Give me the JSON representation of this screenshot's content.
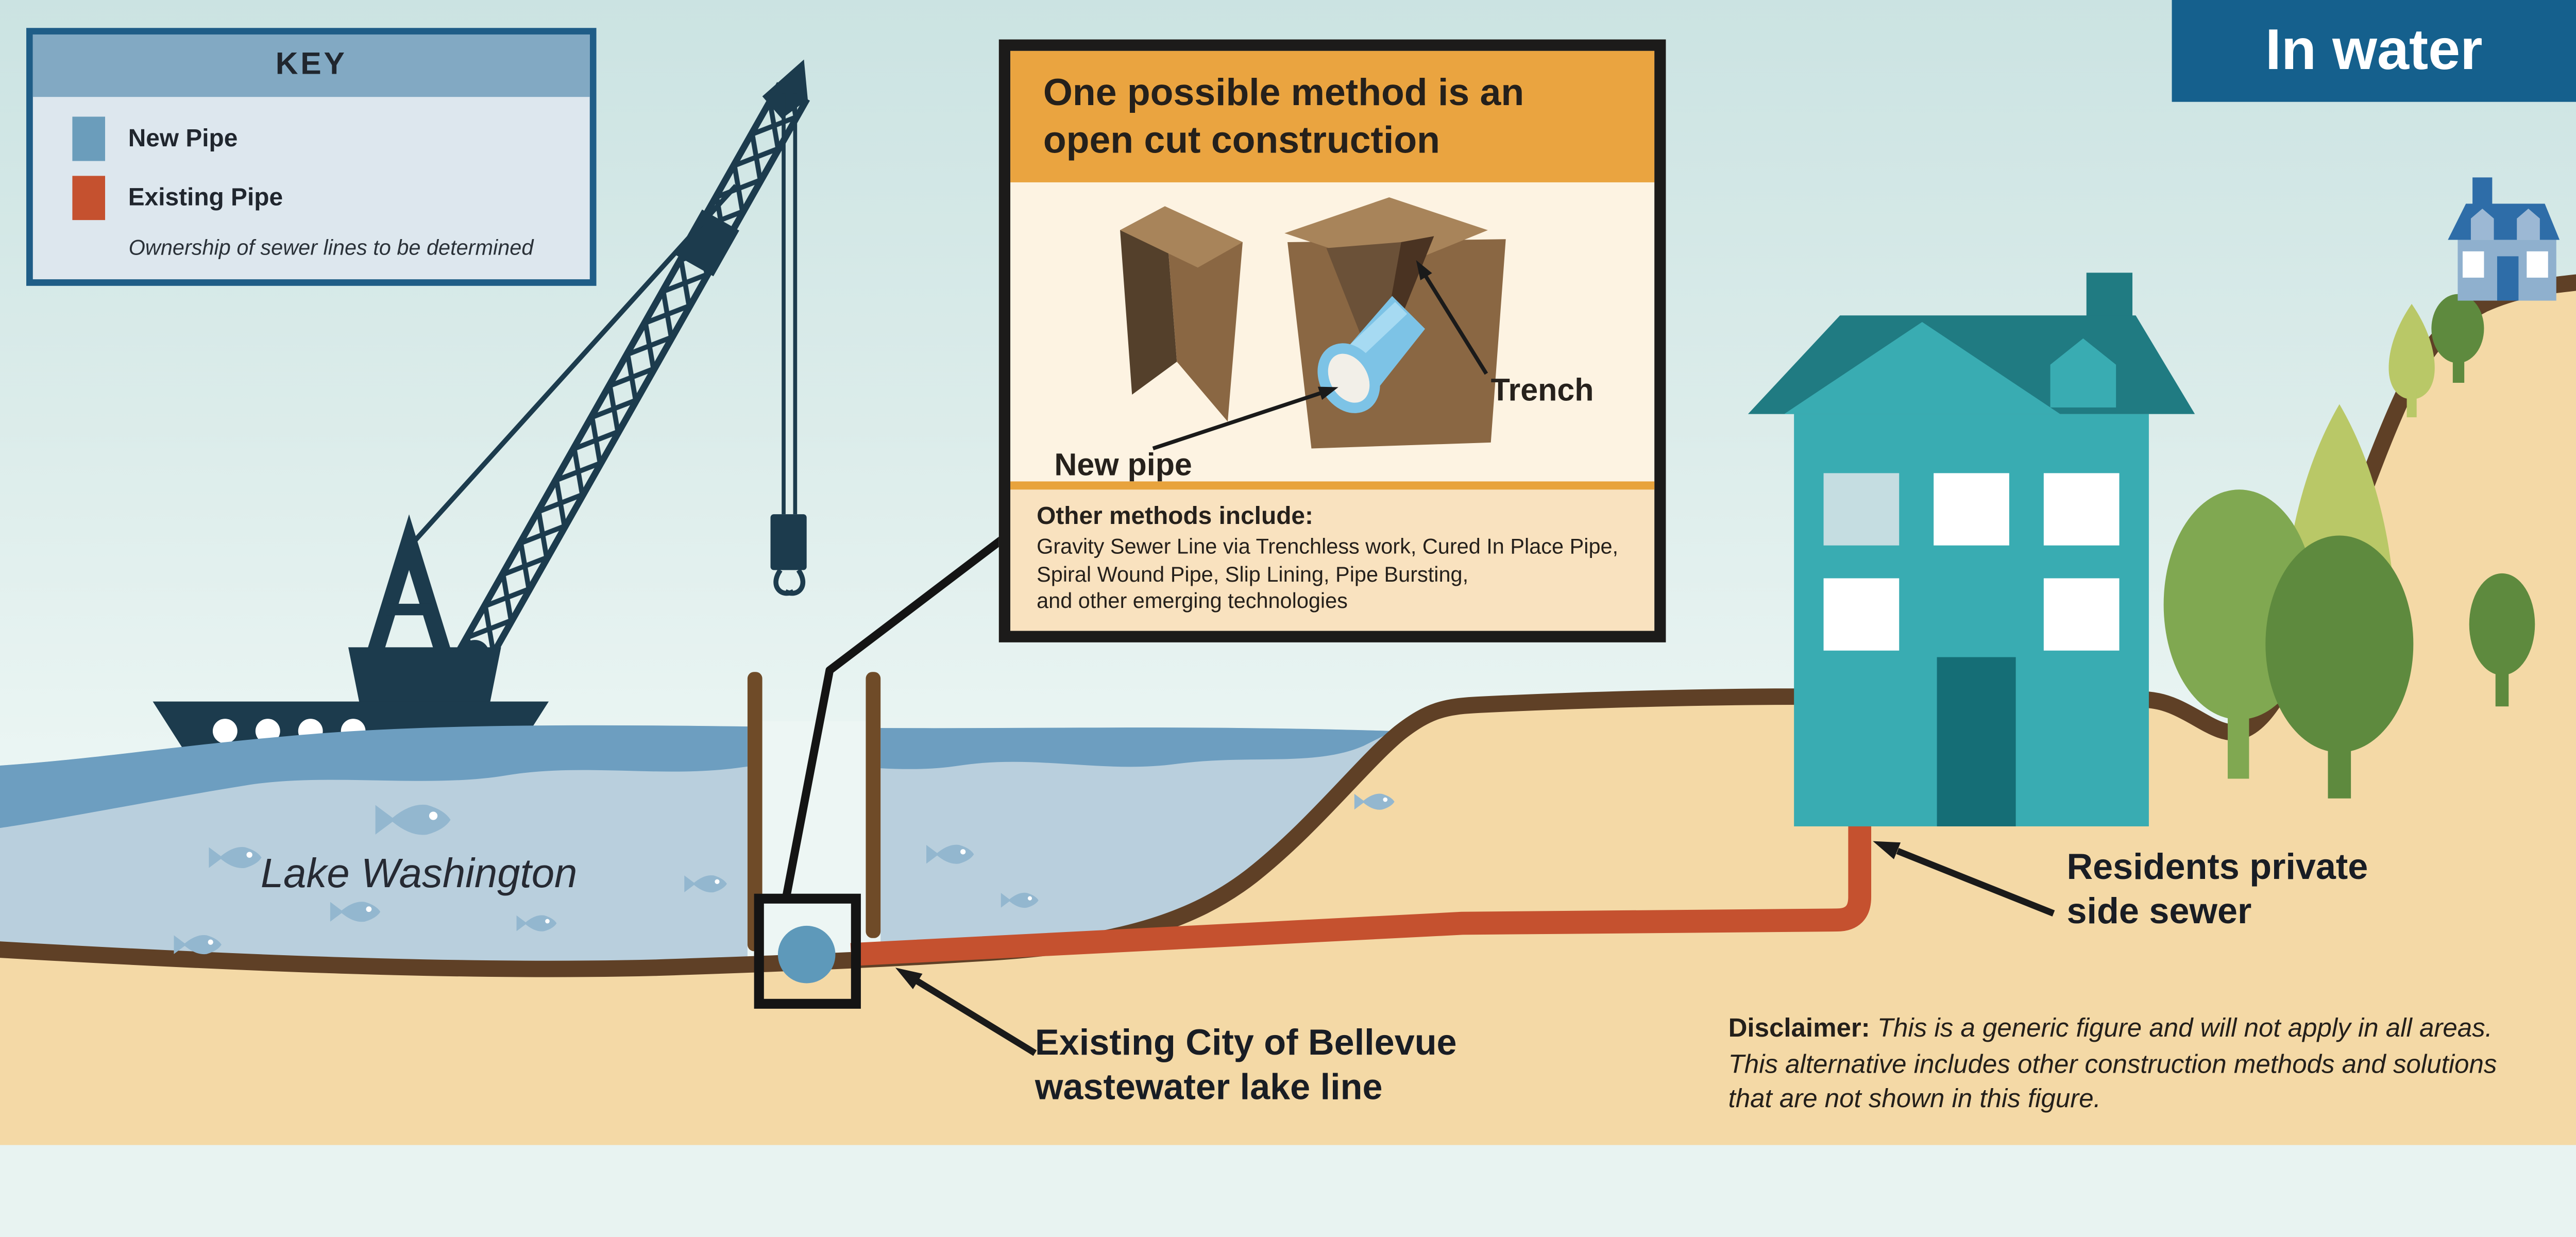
{
  "banner": {
    "title": "In water"
  },
  "key": {
    "title": "KEY",
    "items": [
      {
        "label": "New Pipe",
        "color": "#6b9dbb"
      },
      {
        "label": "Existing Pipe",
        "color": "#c5512f"
      }
    ],
    "note": "Ownership of sewer lines to be determined"
  },
  "inset": {
    "title_line1": "One possible method is an",
    "title_line2": "open cut construction",
    "trench_label": "Trench",
    "new_pipe_label": "New pipe",
    "other_methods": {
      "heading": "Other methods include:",
      "line1": "Gravity Sewer Line via Trenchless work, Cured In Place Pipe,",
      "line2": "Spiral Wound Pipe, Slip Lining, Pipe Bursting,",
      "line3": "and other emerging technologies"
    }
  },
  "scene_labels": {
    "lake": "Lake Washington",
    "existing_line1": "Existing City of Bellevue",
    "existing_line2": "wastewater lake line",
    "side_sewer_line1": "Residents private",
    "side_sewer_line2": "side sewer"
  },
  "disclaimer": {
    "heading": "Disclaimer:",
    "line1": "This is a generic figure and will not apply in all areas.",
    "line2": "This alternative includes other construction methods and solutions",
    "line3": "that are not shown in this figure."
  },
  "colors": {
    "banner_bg": "#15608d",
    "key_header": "#82a9c3",
    "key_body": "#dde7ee",
    "key_border": "#1f5d87",
    "new_pipe_blue": "#6b9dbb",
    "existing_pipe_orange": "#c5512f",
    "water": "#b9cfdd",
    "water_surface_band": "#6d9ec0",
    "sand": "#f4d9a6",
    "earth_line_brown": "#5f4026",
    "crane_navy": "#1c3b4d",
    "house_teal": "#39acb2",
    "house_roof_teal": "#207b82",
    "small_house_blue": "#8fb0ce",
    "small_house_roof_blue": "#2e6da8",
    "inset_header_orange": "#eaa440",
    "inset_body_cream": "#fdf3e2",
    "inset_footer_peach": "#f9e2bf",
    "trench_soil_brown": "#8a6743",
    "pipe_fill_blue": "#7dc3e6",
    "tree_light_green": "#b9c867",
    "tree_medium_green": "#80a851",
    "tree_dark_green": "#5e8a3e",
    "fish_blue": "#93b7cf"
  }
}
